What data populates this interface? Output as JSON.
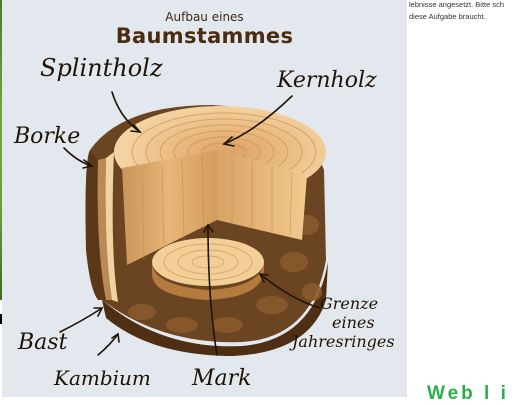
{
  "document": {
    "lines": [
      "lebnisse angesetzt.  Bitte sch",
      "diese Aufgabe braucht."
    ],
    "bottom_partial_word": "Web l i"
  },
  "illustration": {
    "title_small": "Aufbau eines",
    "title_big": "Baumstammes",
    "labels": {
      "splintholz": "Splintholz",
      "kernholz": "Kernholz",
      "borke": "Borke",
      "bast": "Bast",
      "kambium": "Kambium",
      "mark": "Mark",
      "grenze_1": "Grenze",
      "grenze_2": "eines",
      "grenze_3": "Jahresringes"
    },
    "colors": {
      "background": "#e3e8ef",
      "bark": "#6b4522",
      "sapwood": "#f0c88e",
      "heartwood": "#d9a365",
      "accent_green": "#2bb04b"
    }
  }
}
